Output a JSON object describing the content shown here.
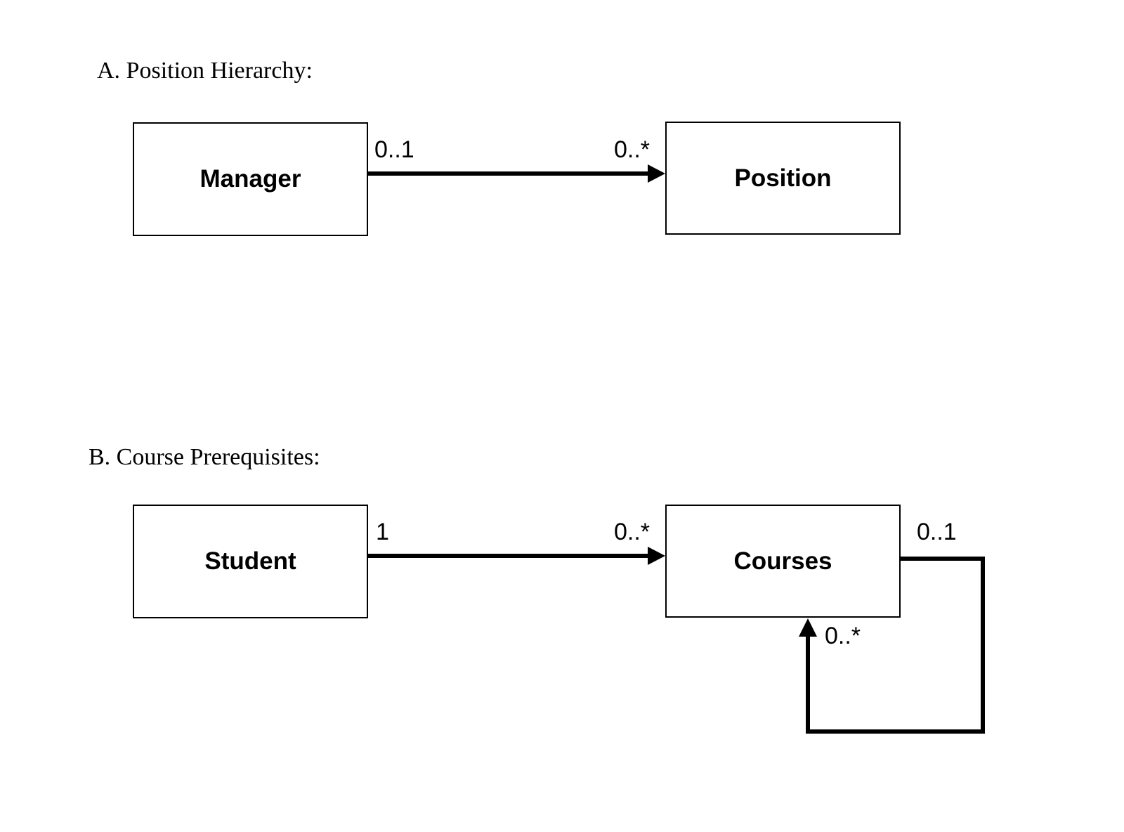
{
  "section_a": {
    "title": "A. Position Hierarchy:",
    "source_class": "Manager",
    "target_class": "Position",
    "source_multiplicity": "0..1",
    "target_multiplicity": "0..*"
  },
  "section_b": {
    "title": "B. Course Prerequisites:",
    "source_class": "Student",
    "target_class": "Courses",
    "source_multiplicity": "1",
    "target_multiplicity": "0..*",
    "self_association": {
      "from_multiplicity": "0..1",
      "to_multiplicity": "0..*"
    }
  },
  "colors": {
    "line": "#000000",
    "box_border": "#000000",
    "background": "#ffffff"
  }
}
